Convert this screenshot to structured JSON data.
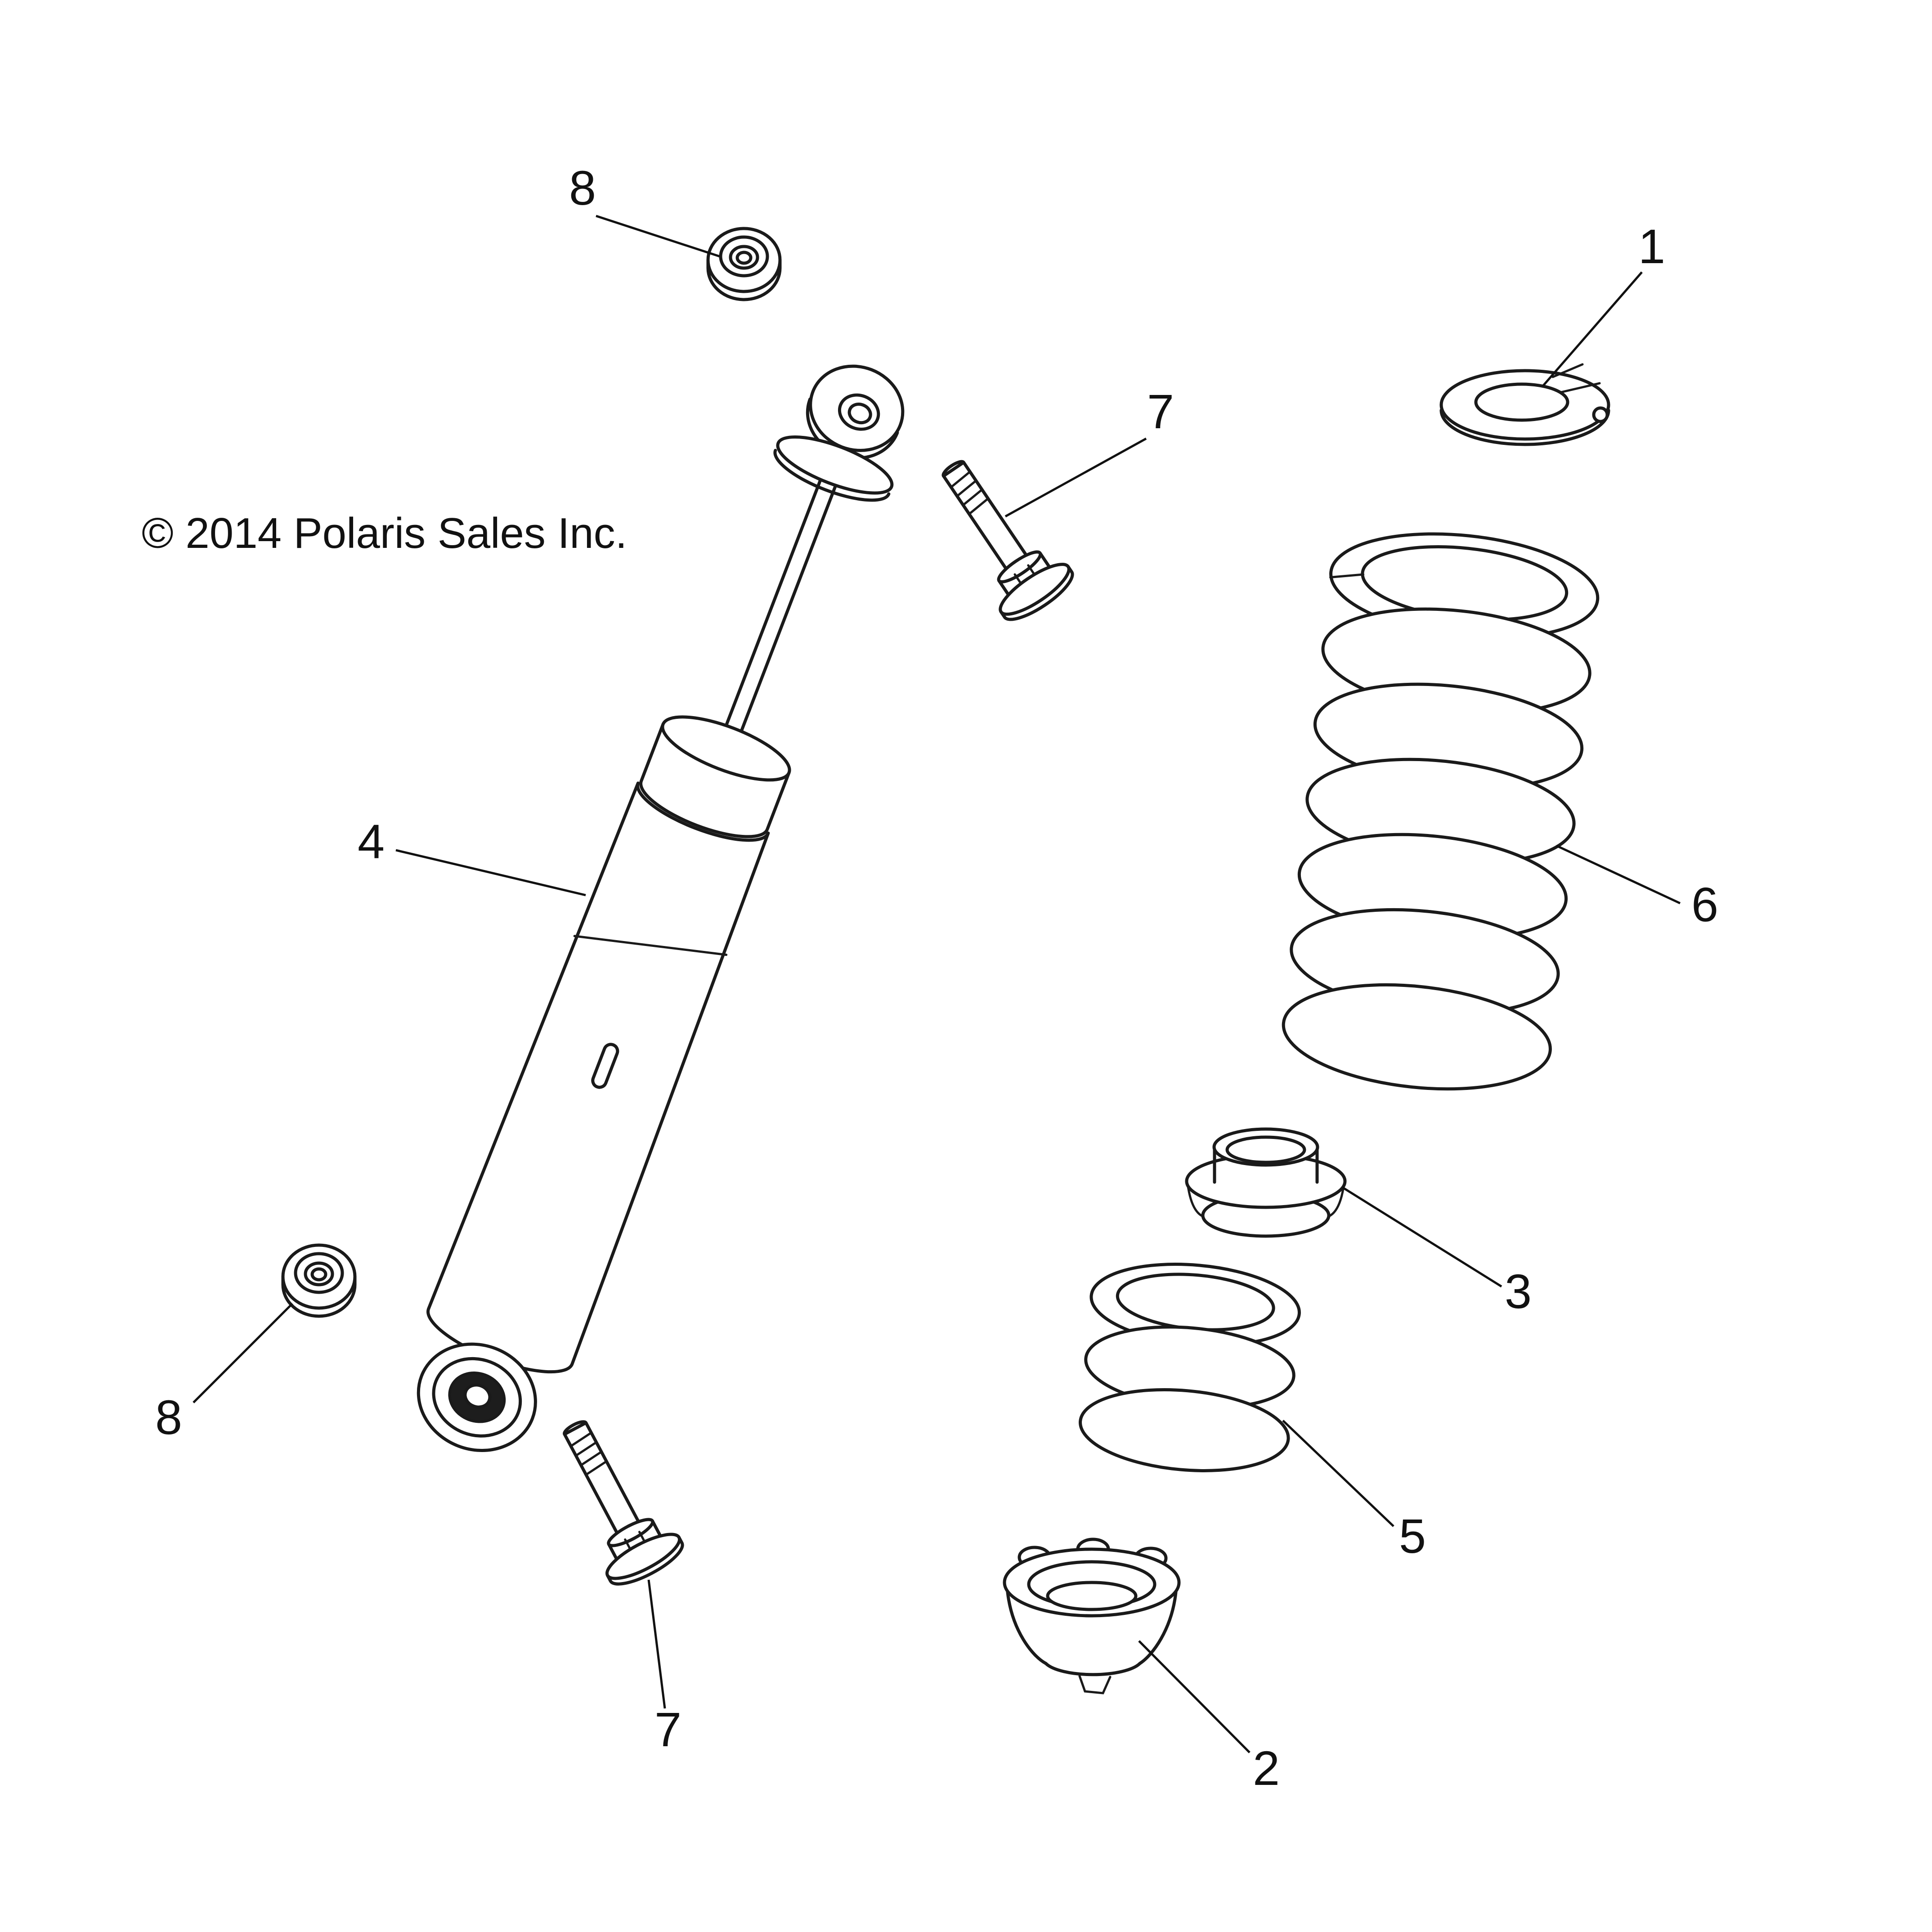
{
  "page": {
    "background": "#ffffff",
    "line_color": "#1a1a1a",
    "text_color": "#111111"
  },
  "diagram": {
    "copyright": "© 2014 Polaris Sales Inc.",
    "callouts": {
      "c1": "1",
      "c2": "2",
      "c3": "3",
      "c4": "4",
      "c5": "5",
      "c6": "6",
      "c7_top": "7",
      "c7_bottom": "7",
      "c8_top": "8",
      "c8_bottom": "8"
    }
  }
}
